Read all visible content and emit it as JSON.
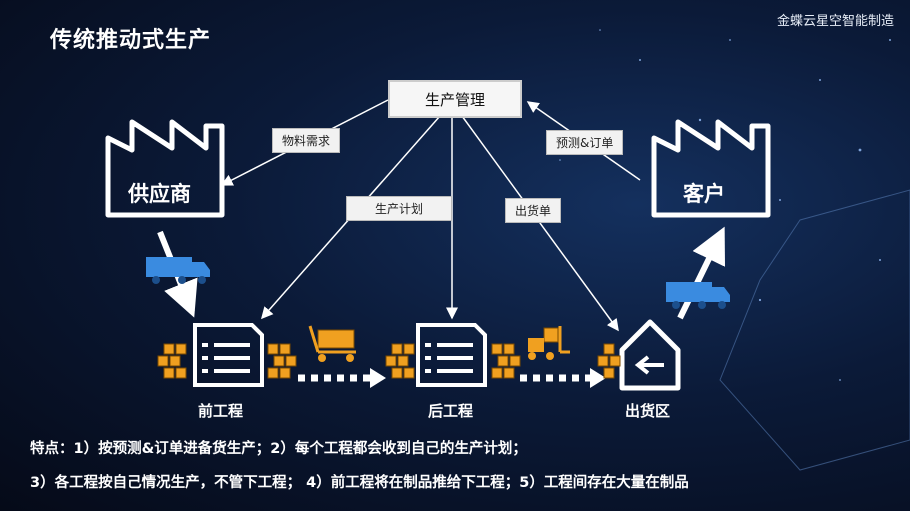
{
  "header": {
    "title": "传统推动式生产",
    "brand": "金蝶云星空智能制造"
  },
  "nodes": {
    "management": "生产管理",
    "supplier": "供应商",
    "customer": "客户",
    "front_process": "前工程",
    "back_process": "后工程",
    "shipping_area": "出货区"
  },
  "flow_labels": {
    "material_demand": "物料需求",
    "forecast_order": "预测&订单",
    "production_plan": "生产计划",
    "shipping_order": "出货单"
  },
  "notes": {
    "line1": "特点：1）按预测&订单进备货生产；2）每个工程都会收到自己的生产计划；",
    "line2": "3）各工程按自己情况生产，不管下工程；  4）前工程将在制品推给下工程；5）工程间存在大量在制品"
  },
  "colors": {
    "accent_orange": "#f0a020",
    "truck_blue": "#3a8be0",
    "line_white": "#ffffff"
  },
  "icons": [
    "factory-icon",
    "document-icon",
    "house-return-icon",
    "truck-icon",
    "cart-icon",
    "forklift-icon",
    "boxes-icon"
  ]
}
